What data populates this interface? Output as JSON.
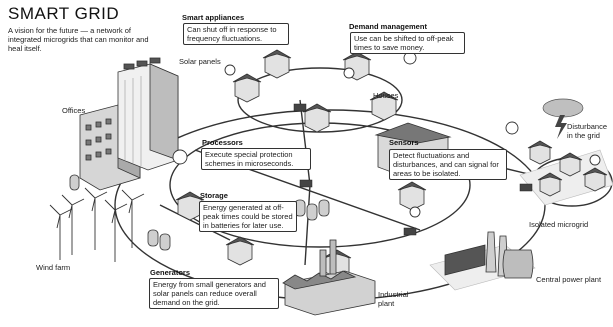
{
  "header": {
    "title": "SMART GRID",
    "subtitle": "A vision for the future — a network of integrated microgrids that can monitor and heal itself."
  },
  "labels": {
    "solar_panels": "Solar panels",
    "offices": "Offices",
    "houses": "Houses",
    "disturbance": "Disturbance in the grid",
    "isolated_microgrid": "Isolated microgrid",
    "wind_farm": "Wind farm",
    "central_power_plant": "Central power plant",
    "industrial_plant": "Industrial plant"
  },
  "callouts": {
    "smart_appliances": {
      "title": "Smart appliances",
      "text": "Can shut off in response to frequency fluctuations."
    },
    "demand_management": {
      "title": "Demand management",
      "text": "Use can be shifted to off-peak times to save money."
    },
    "processors": {
      "title": "Processors",
      "text": "Execute special protection schemes in microseconds."
    },
    "sensors": {
      "title": "Sensors",
      "text": "Detect fluctuations and disturbances, and can signal for areas to be isolated."
    },
    "storage": {
      "title": "Storage",
      "text": "Energy generated at off-peak times could be stored in batteries for later use."
    },
    "generators": {
      "title": "Generators",
      "text": "Energy from small generators and solar panels can reduce overall demand on the grid."
    }
  },
  "colors": {
    "ink": "#222222",
    "line": "#333333",
    "ground": "#f2f2f2",
    "fill": "#d9d9d9"
  }
}
